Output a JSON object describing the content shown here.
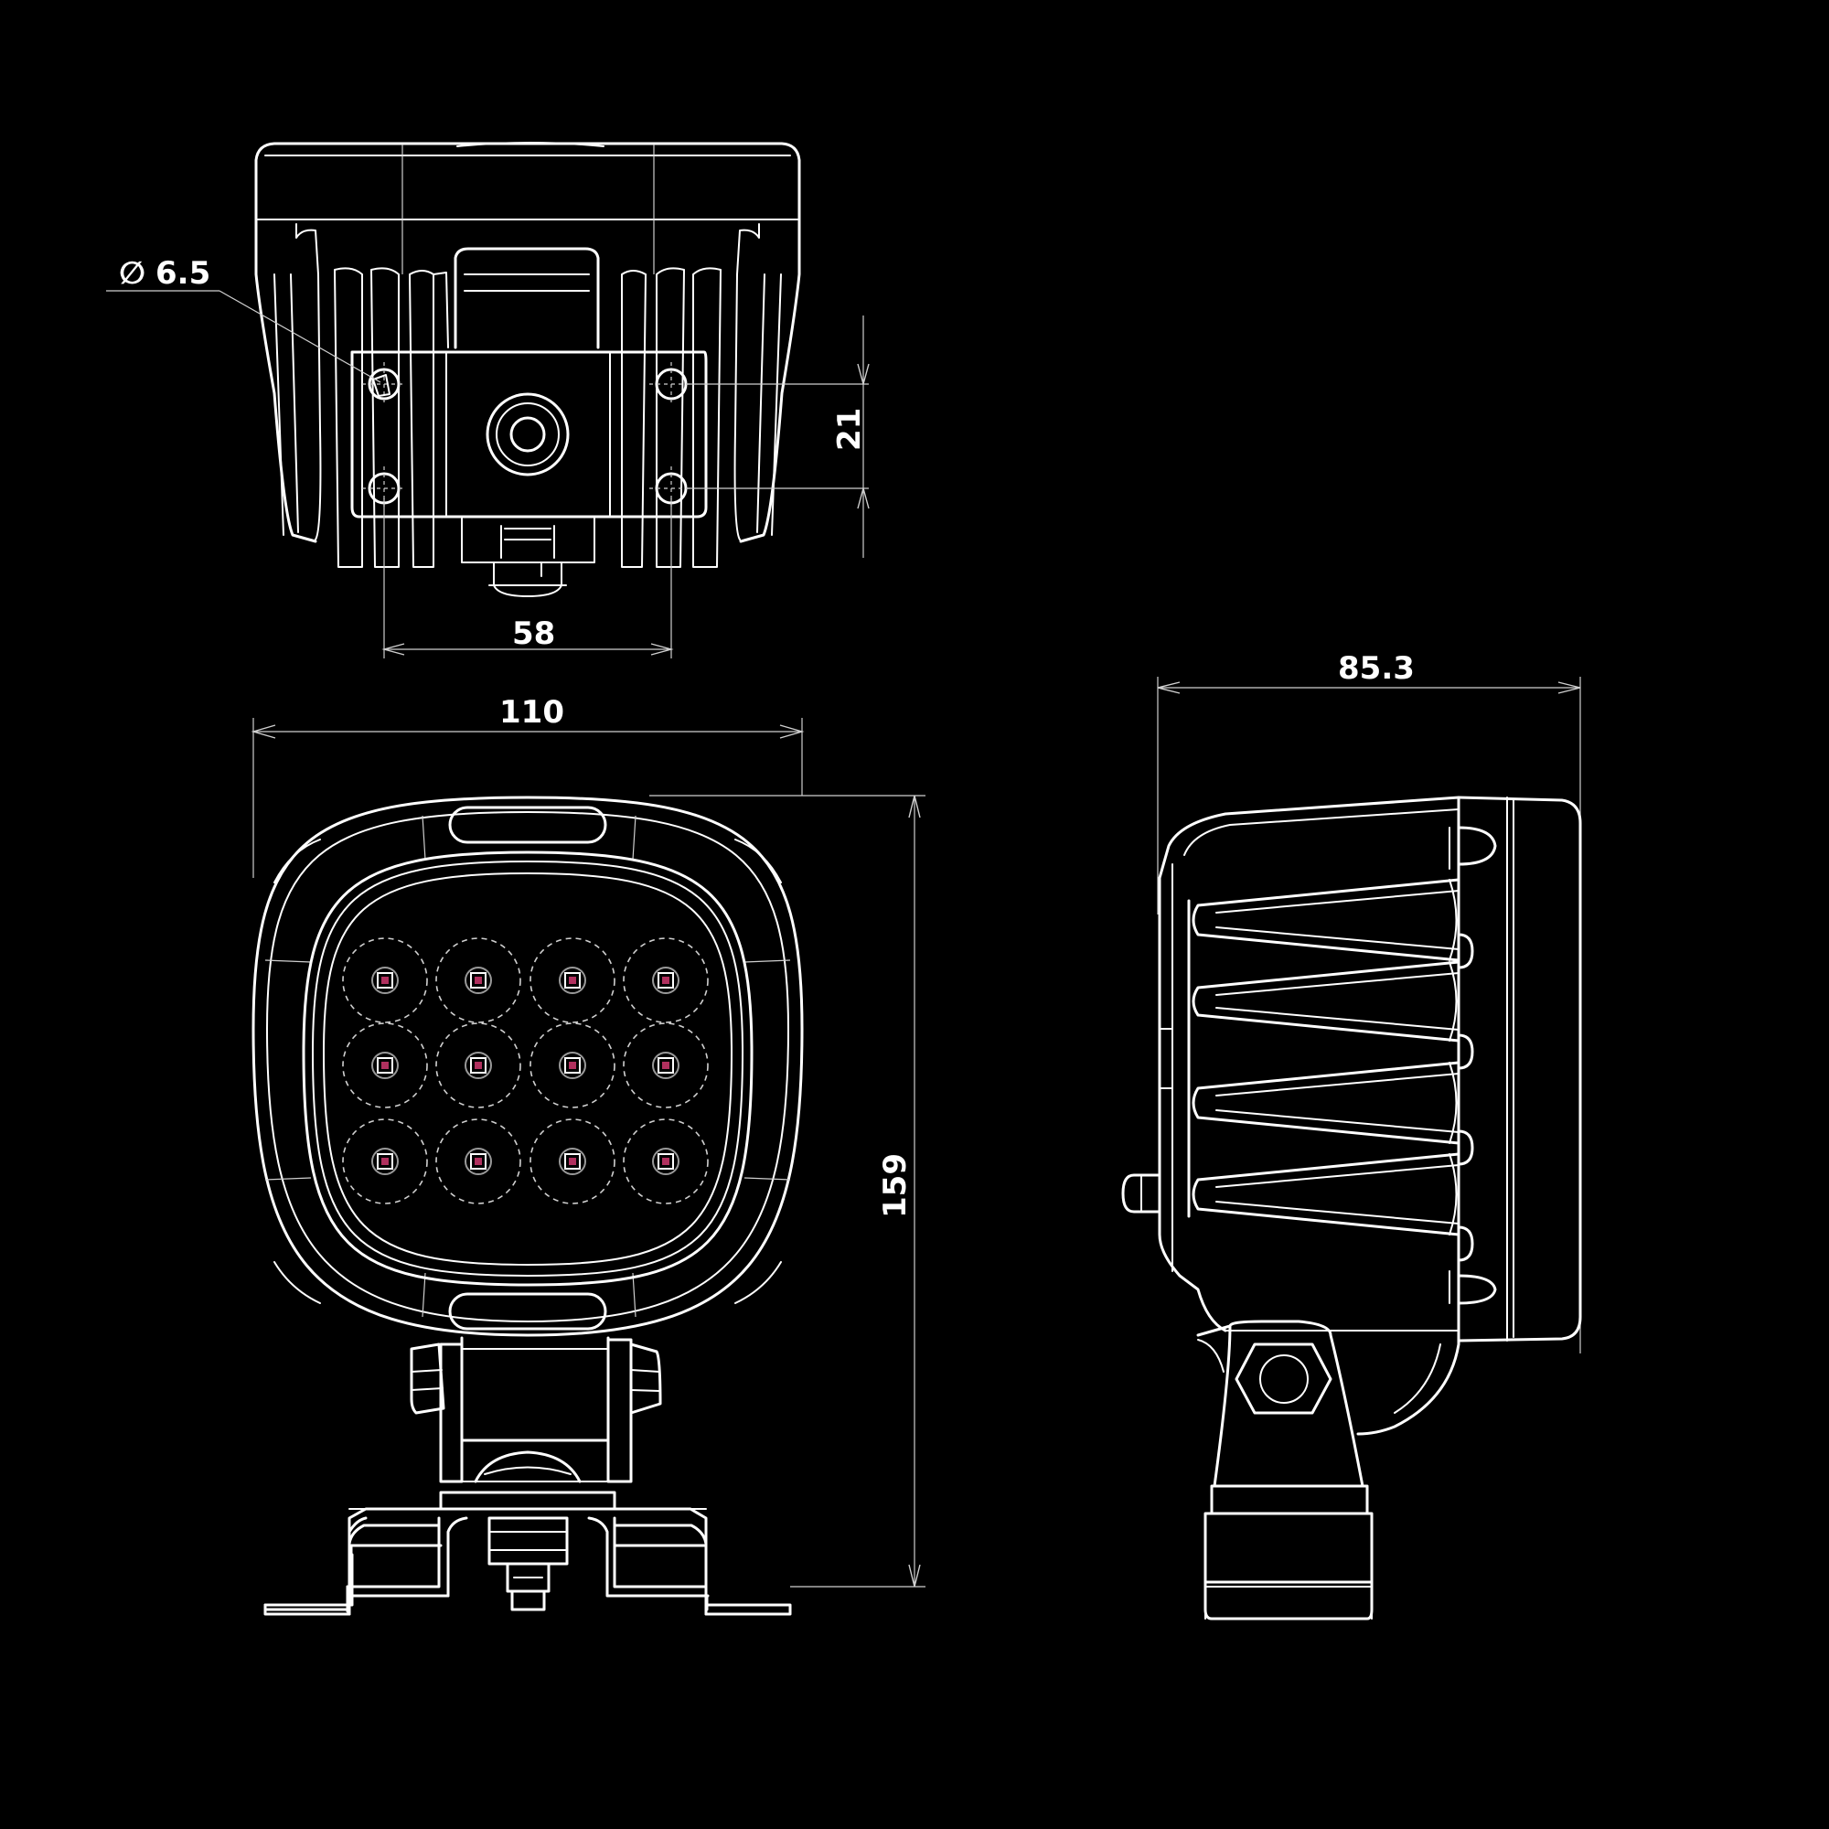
{
  "dimensions": {
    "hole_diameter": "6.5",
    "bracket_vertical_spacing": "21",
    "bracket_horizontal_spacing": "58",
    "housing_width": "110",
    "overall_height": "159",
    "housing_depth": "85.3"
  },
  "symbols": {
    "diameter": "∅"
  },
  "colors": {
    "background": "#000000",
    "line": "#ffffff",
    "led_core": "#b0305e"
  }
}
